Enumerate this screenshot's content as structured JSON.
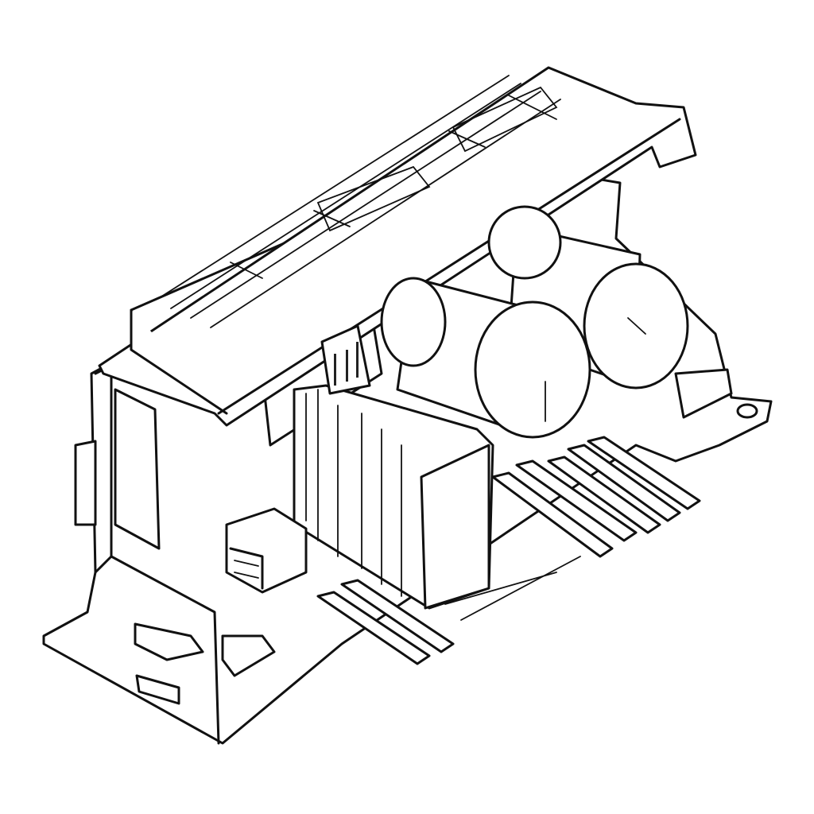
{
  "colors": {
    "line": "#111111",
    "background": "#ffffff"
  },
  "parts": [
    "housing",
    "top-rail",
    "capacitor",
    "capacitor",
    "heatsink",
    "terminal-pins",
    "connector",
    "warning-label"
  ]
}
